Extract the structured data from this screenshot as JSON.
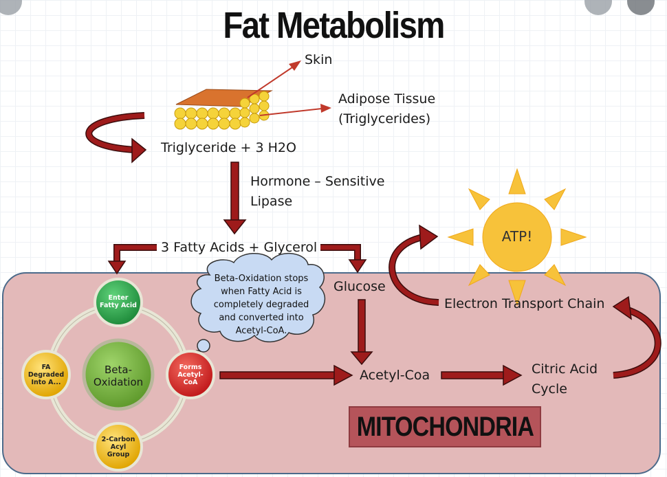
{
  "title": "Fat Metabolism",
  "labels": {
    "skin": "Skin",
    "adipose_line1": "Adipose Tissue",
    "adipose_line2": "(Triglycerides)",
    "triglyceride": "Triglyceride + 3 H2O",
    "hormone_line1": "Hormone – Sensitive",
    "hormone_line2": "Lipase",
    "fatty_acids": "3 Fatty Acids + Glycerol",
    "glucose": "Glucose",
    "acetyl_coa": "Acetyl-Coa",
    "citric_line1": "Citric Acid",
    "citric_line2": "Cycle",
    "etc": "Electron Transport Chain",
    "atp": "ATP!",
    "mitochondria": "MITOCHONDRIA"
  },
  "cloud": {
    "text": "Beta-Oxidation stops when Fatty Acid is completely degraded and converted into Acetyl-CoA."
  },
  "cycle": {
    "center": {
      "line1": "Beta-",
      "line2": "Oxidation"
    },
    "nodes": {
      "top": {
        "line1": "Enter",
        "line2": "Fatty Acid",
        "color": "#2fa84f"
      },
      "right": {
        "line1": "Forms",
        "line2": "Acetyl-",
        "line3": "CoA",
        "color": "#d9292b"
      },
      "bottom": {
        "line1": "2-Carbon",
        "line2": "Acyl",
        "line3": "Group",
        "color": "#f2b705"
      },
      "left": {
        "line1": "FA",
        "line2": "Degraded",
        "line3": "Into A...",
        "color": "#f2b705"
      }
    }
  },
  "colors": {
    "arrow": "#9e1b1b",
    "mitochondria_fill": "#e3b9b9",
    "sun": "#f7c23a",
    "fat_cells": "#f5d33a",
    "skin": "#d9732e"
  }
}
